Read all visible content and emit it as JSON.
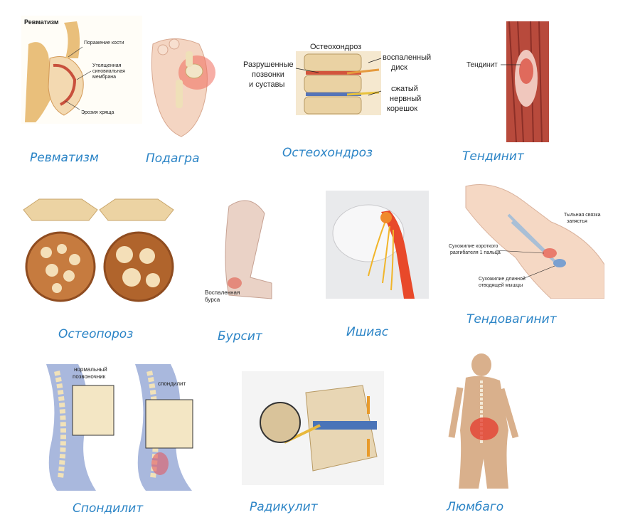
{
  "panels": [
    {
      "id": "rheumatism",
      "caption": "Ревматизм",
      "labels": {
        "title": "Ревматизм",
        "bone": "Поражение кости",
        "membrane1": "Утолщенная",
        "membrane2": "синовиальная",
        "membrane3": "мембрана",
        "erosion": "Эрозия хряща"
      }
    },
    {
      "id": "gout",
      "caption": "Подагра"
    },
    {
      "id": "osteochondrosis",
      "caption": "Остеохондроз",
      "labels": {
        "title": "Остеохондроз",
        "left1": "Разрушенные",
        "left2": "позвонки",
        "left3": "и суставы",
        "disc1": "воспаленный",
        "disc2": "диск",
        "nerve1": "сжатый",
        "nerve2": "нервный",
        "nerve3": "корешок"
      }
    },
    {
      "id": "tendinitis",
      "caption": "Тендинит",
      "labels": {
        "tendon": "Тендинит"
      }
    },
    {
      "id": "osteoporosis",
      "caption": "Остеопороз"
    },
    {
      "id": "bursitis",
      "caption": "Бурсит",
      "labels": {
        "bursa1": "Воспаленная",
        "bursa2": "бурса"
      }
    },
    {
      "id": "sciatica",
      "caption": "Ишиас"
    },
    {
      "id": "tenosynovitis",
      "caption": "Тендовагинит",
      "labels": {
        "lig1": "Тыльная связка",
        "lig2": "запястья",
        "short1": "Сухожилие короткого",
        "short2": "разгибателя 1 пальца",
        "long1": "Сухожилие длинной",
        "long2": "отводящей мышцы"
      }
    },
    {
      "id": "spondylitis",
      "caption": "Спондилит",
      "labels": {
        "normal1": "нормальный",
        "normal2": "позвоночник",
        "spond": "спондилит"
      }
    },
    {
      "id": "radiculitis",
      "caption": "Радикулит"
    },
    {
      "id": "lumbago",
      "caption": "Люмбаго"
    }
  ],
  "colors": {
    "caption": "#2b84c6",
    "bone": "#e8c48a",
    "inflammation": "#e0452e",
    "muscle": "#b84a3c",
    "skin": "#f2d2bd"
  }
}
